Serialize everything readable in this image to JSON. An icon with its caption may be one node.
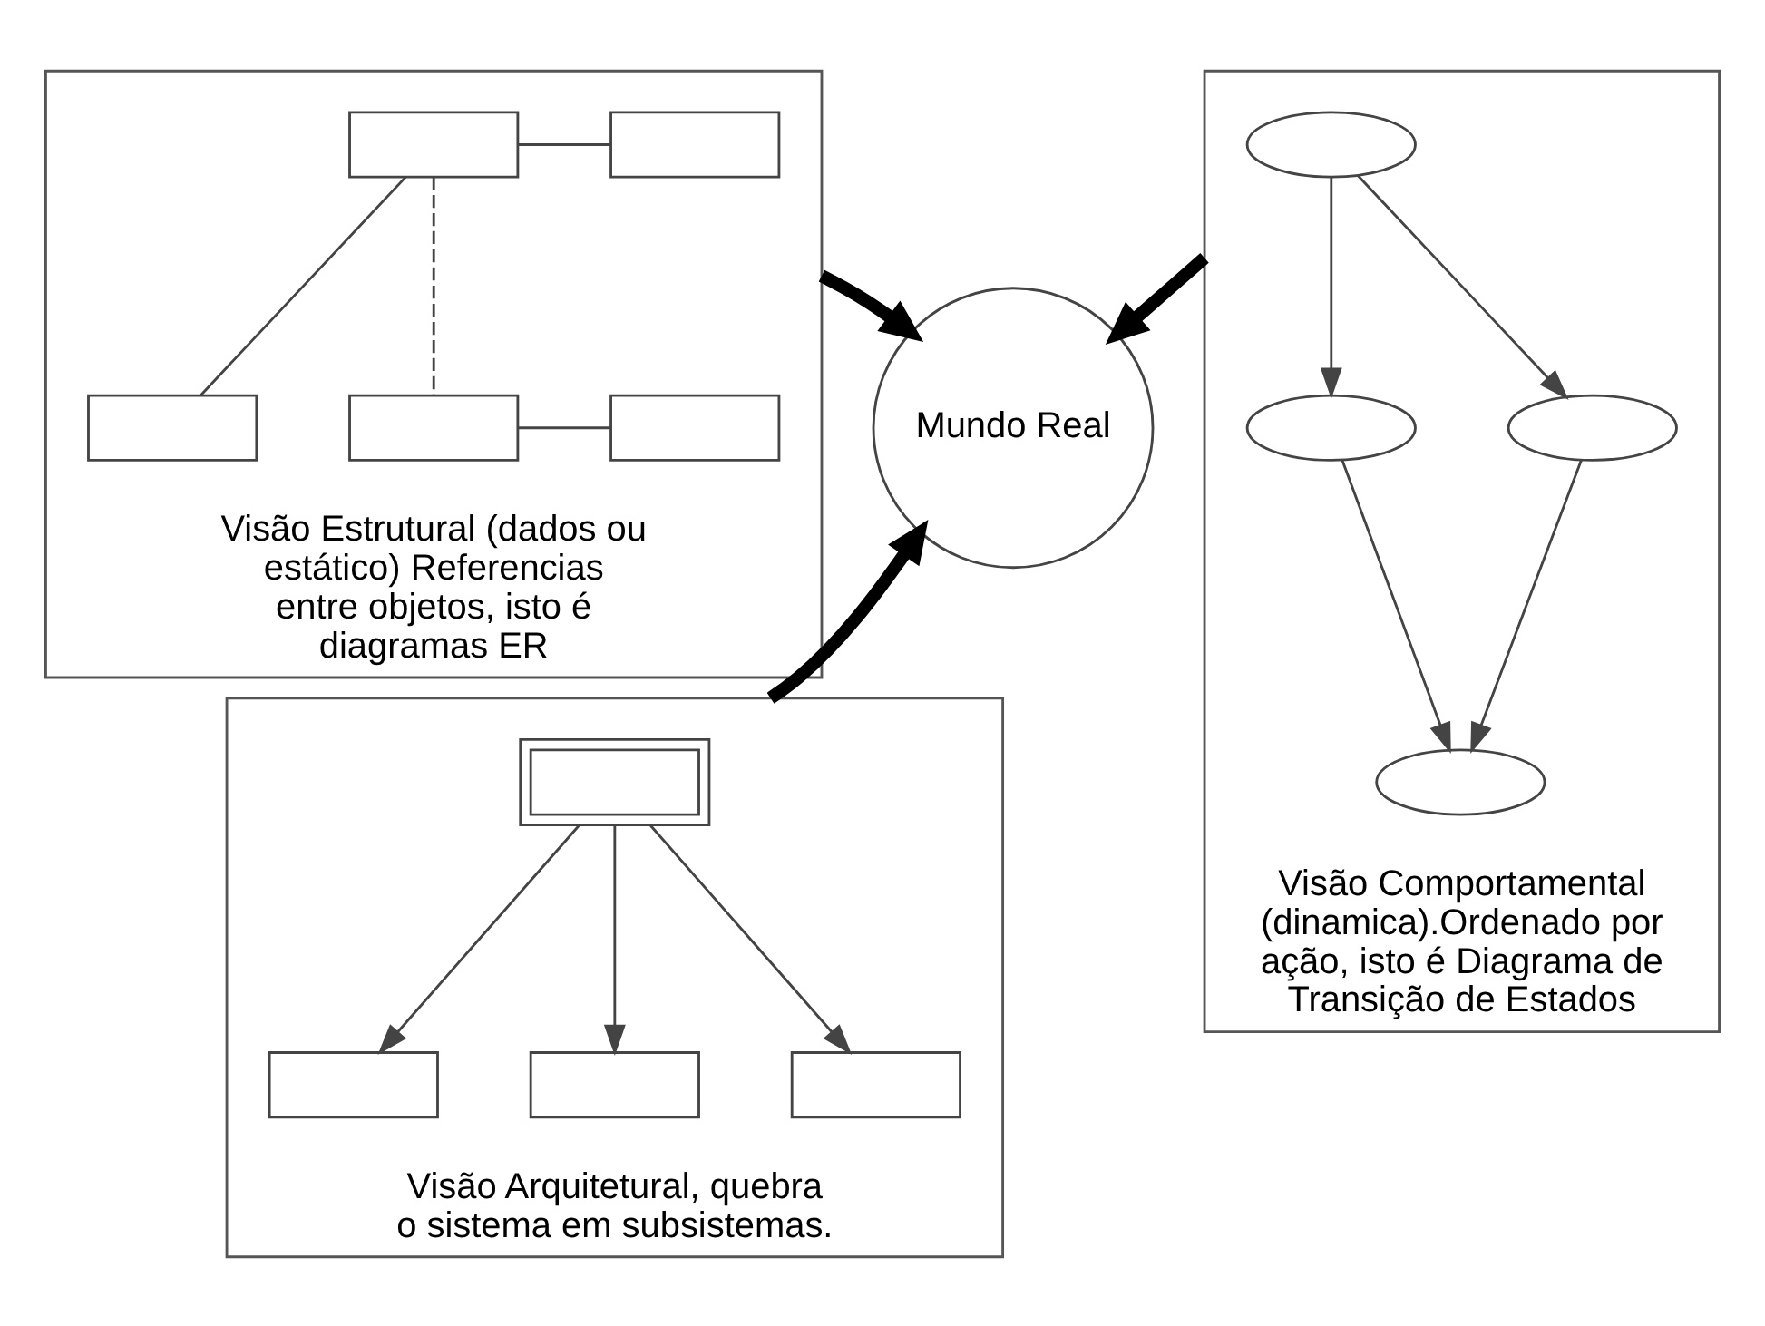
{
  "diagram": {
    "nodes": [
      {
        "text": [],
        "shape": "box",
        "beside": [
          "Visão Estrutural (dados ou estático) Referencias entre objetos, isto é diagramas ER"
        ]
      },
      {
        "text": [],
        "shape": "box",
        "in": 0
      },
      {
        "text": [],
        "shape": "box",
        "in": 0
      },
      {
        "text": [],
        "shape": "box",
        "in": 0
      },
      {
        "text": [],
        "shape": "box",
        "in": 0
      },
      {
        "text": [],
        "shape": "box",
        "in": 0
      },
      {
        "text": [],
        "shape": "box",
        "beside": [
          "Visão Comportamental (dinamica).Ordenado por ação, isto é Diagrama de Transição de Estados"
        ]
      },
      {
        "text": [],
        "shape": "ellipse",
        "in": 6
      },
      {
        "text": [],
        "shape": "ellipse",
        "in": 6
      },
      {
        "text": [],
        "shape": "ellipse",
        "in": 6
      },
      {
        "text": [],
        "shape": "ellipse",
        "in": 6
      },
      {
        "text": [
          "Mundo Real"
        ]
      },
      {
        "text": [],
        "shape": "box",
        "beside": [
          "Visão Arquitetural, quebra o sistema em subsistemas."
        ]
      },
      {
        "text": [],
        "shape": "box",
        "in": 12
      },
      {
        "text": [],
        "shape": "box",
        "in": 12
      },
      {
        "text": [],
        "shape": "box",
        "in": 12
      },
      {
        "text": [],
        "shape": "box",
        "in": 12
      }
    ],
    "edges": [
      {
        "from": 0,
        "to": 11,
        "arrow": "to",
        "style": "thick"
      },
      {
        "from": 6,
        "to": 11,
        "arrow": "to",
        "style": "thick"
      },
      {
        "from": 12,
        "to": 11,
        "arrow": "to",
        "style": "thick"
      },
      {
        "from": 1,
        "to": 2,
        "arrow": "none"
      },
      {
        "from": 1,
        "to": 3,
        "arrow": "none"
      },
      {
        "from": 1,
        "to": 4,
        "arrow": "none",
        "style": "dashed"
      },
      {
        "from": 4,
        "to": 5,
        "arrow": "none"
      },
      {
        "from": 7,
        "to": 8,
        "arrow": "to"
      },
      {
        "from": 7,
        "to": 9,
        "arrow": "to"
      },
      {
        "from": 8,
        "to": 10,
        "arrow": "to"
      },
      {
        "from": 9,
        "to": 10,
        "arrow": "to"
      },
      {
        "from": 13,
        "to": 14,
        "arrow": "to"
      },
      {
        "from": 13,
        "to": 15,
        "arrow": "to"
      },
      {
        "from": 13,
        "to": 16,
        "arrow": "to"
      }
    ]
  }
}
